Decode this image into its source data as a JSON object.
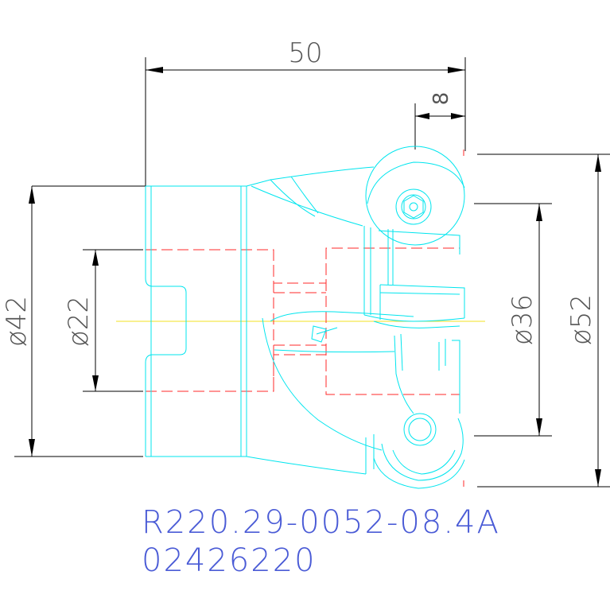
{
  "dimensions": {
    "overall_length": "50",
    "small_length": "8",
    "dia_outer_left": "ø42",
    "dia_bore": "ø22",
    "dia_cutter_body": "ø36",
    "dia_cutting": "ø52"
  },
  "part": {
    "designation": "R220.29-0052-08.4A",
    "item_number": "02426220"
  },
  "colors": {
    "outline": "#00e5ee",
    "hidden": "#ff2a2a",
    "centerline": "#f0e020",
    "dimension": "#000000",
    "label": "#4a5bd6"
  }
}
